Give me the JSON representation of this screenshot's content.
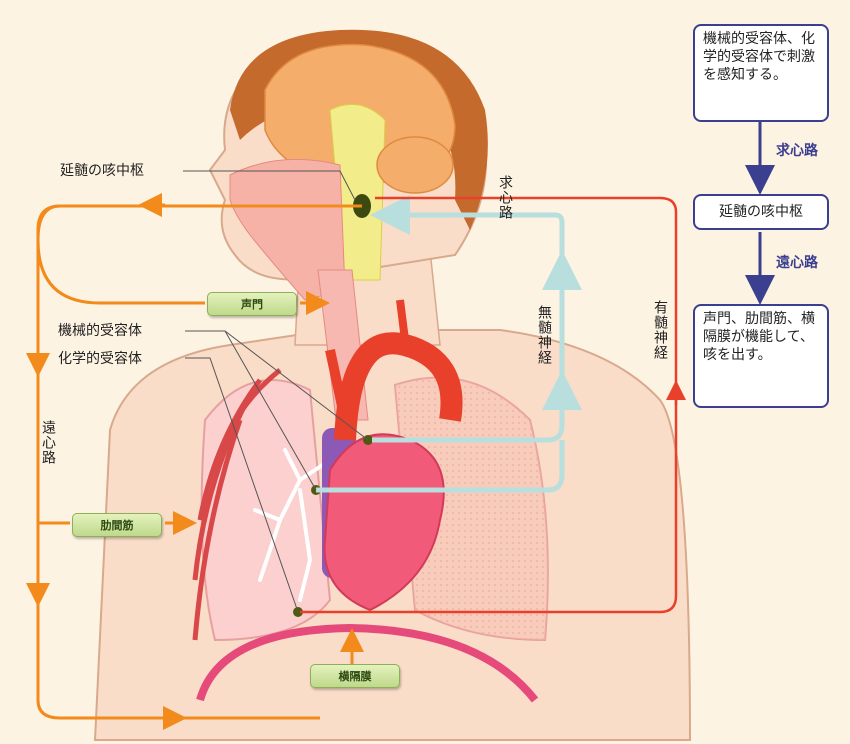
{
  "labels": {
    "medulla_center": "延髄の咳中枢",
    "mechanoreceptor": "機械的受容体",
    "chemoreceptor": "化学的受容体",
    "afferent_vertical": "求心路",
    "unmyelinated_nerve": "無髄神経",
    "myelinated_nerve": "有髄神経",
    "efferent_vertical": "遠心路"
  },
  "effectors": {
    "glottis": "声門",
    "intercostal": "肋間筋",
    "diaphragm": "横隔膜"
  },
  "flow": {
    "box1": "機械的受容体、化学的受容体で刺激を感知する。",
    "arrow1": "求心路",
    "box2": "延髄の咳中枢",
    "arrow2": "遠心路",
    "box3": "声門、肋間筋、横隔膜が機能して、咳を出す。"
  },
  "colors": {
    "efferent": "#f28a1c",
    "afferent_unmyelinated": "#b8dede",
    "afferent_myelinated": "#e8402a",
    "flow_box": "#3b3f8f"
  }
}
